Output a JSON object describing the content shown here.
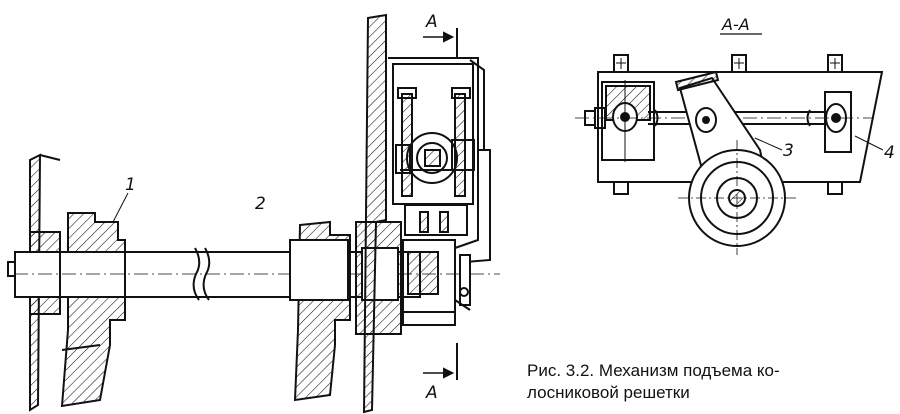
{
  "labels": {
    "part_1": "1",
    "part_2": "2",
    "part_3": "3",
    "part_4": "4",
    "section_mark_top": "A",
    "section_mark_bottom": "A",
    "section_title": "A-A"
  },
  "caption": {
    "line1": "Рис. 3.2. Механизм подъема ко-",
    "line2": "лосниковой решетки"
  },
  "colors": {
    "ink": "#111111",
    "background": "#ffffff"
  }
}
